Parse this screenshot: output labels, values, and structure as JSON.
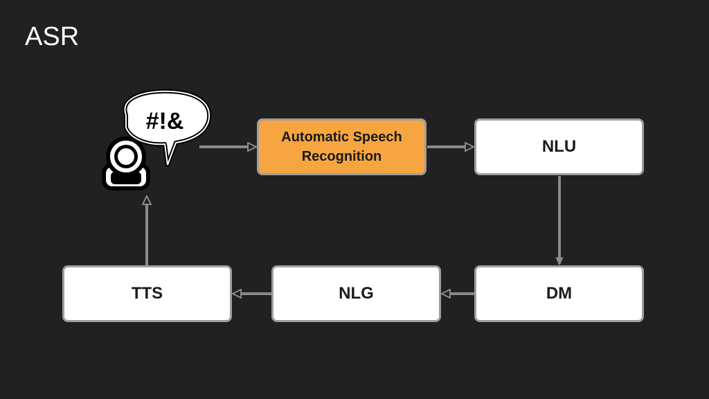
{
  "title": "ASR",
  "icon": {
    "name": "speaking-user-icon",
    "speech_text": "#!&"
  },
  "nodes": {
    "asr": "Automatic Speech Recognition",
    "asr_line1": "Automatic Speech",
    "asr_line2": "Recognition",
    "nlu": "NLU",
    "dm": "DM",
    "nlg": "NLG",
    "tts": "TTS"
  },
  "edges": [
    {
      "from": "user",
      "to": "asr"
    },
    {
      "from": "asr",
      "to": "nlu"
    },
    {
      "from": "nlu",
      "to": "dm"
    },
    {
      "from": "dm",
      "to": "nlg"
    },
    {
      "from": "nlg",
      "to": "tts"
    },
    {
      "from": "tts",
      "to": "user"
    }
  ],
  "colors": {
    "background": "#212121",
    "highlight": "#f6a540",
    "box": "#ffffff",
    "border": "#9e9e9e",
    "arrow": "#8a8a8a"
  }
}
